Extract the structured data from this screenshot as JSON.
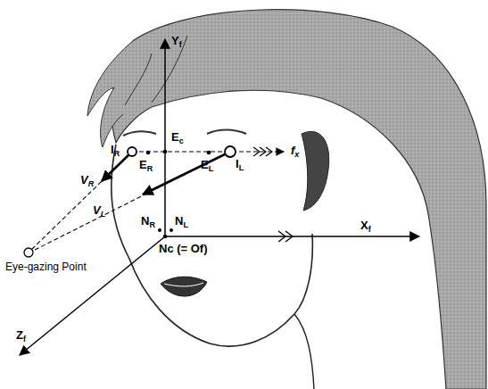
{
  "diagram": {
    "labels": [
      "Yf",
      "Ec",
      "IR",
      "ER",
      "EL",
      "IL",
      "fx",
      "VR",
      "VL",
      "NR",
      "NL",
      "Nc (= Of)",
      "Xf",
      "Eye-gazing Point",
      "Zf"
    ]
  }
}
